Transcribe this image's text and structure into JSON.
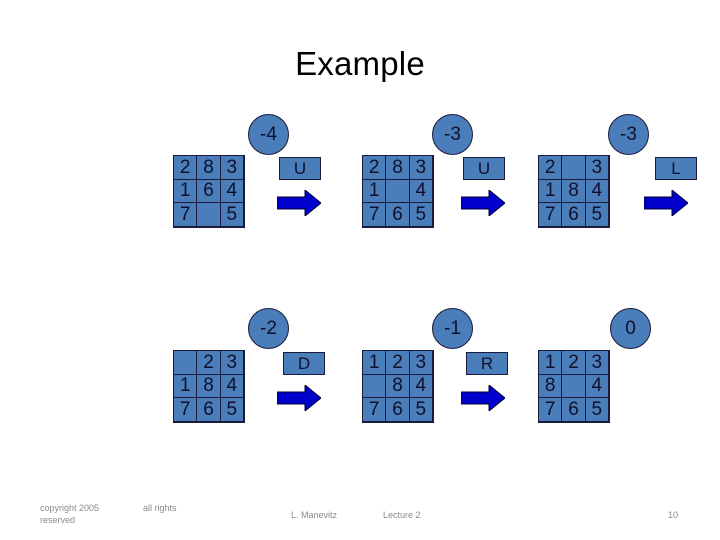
{
  "slide": {
    "title": "Example"
  },
  "colors": {
    "tile_fill": "#4a7ebb",
    "tile_border": "#1a1a3a",
    "arrow": "#0000cc",
    "footer_text": "#8a8a8a",
    "background": "#ffffff"
  },
  "steps": [
    {
      "id": "step-1",
      "cost": "-4",
      "move": "U",
      "arrow": "arrow-right-icon",
      "board": [
        [
          "2",
          "8",
          "3"
        ],
        [
          "1",
          "6",
          "4"
        ],
        [
          "7",
          "",
          "5"
        ]
      ]
    },
    {
      "id": "step-2",
      "cost": "-3",
      "move": "U",
      "arrow": "arrow-right-icon",
      "board": [
        [
          "2",
          "8",
          "3"
        ],
        [
          "1",
          "",
          "4"
        ],
        [
          "7",
          "6",
          "5"
        ]
      ]
    },
    {
      "id": "step-3",
      "cost": "-3",
      "move": "L",
      "arrow": "arrow-right-icon",
      "board": [
        [
          "2",
          "",
          "3"
        ],
        [
          "1",
          "8",
          "4"
        ],
        [
          "7",
          "6",
          "5"
        ]
      ]
    },
    {
      "id": "step-4",
      "cost": "-2",
      "move": "D",
      "arrow": "arrow-right-icon",
      "board": [
        [
          "",
          "2",
          "3"
        ],
        [
          "1",
          "8",
          "4"
        ],
        [
          "7",
          "6",
          "5"
        ]
      ]
    },
    {
      "id": "step-5",
      "cost": "-1",
      "move": "R",
      "arrow": "arrow-right-icon",
      "board": [
        [
          "1",
          "2",
          "3"
        ],
        [
          "",
          "8",
          "4"
        ],
        [
          "7",
          "6",
          "5"
        ]
      ]
    },
    {
      "id": "step-6",
      "cost": "0",
      "move": "",
      "arrow": "",
      "board": [
        [
          "1",
          "2",
          "3"
        ],
        [
          "8",
          "",
          "4"
        ],
        [
          "7",
          "6",
          "5"
        ]
      ]
    }
  ],
  "footer": {
    "copyright": "copyright 2005 reserved",
    "rights": "all rights",
    "author": "L. Manevitz",
    "lecture": "Lecture 2",
    "page": "10"
  }
}
